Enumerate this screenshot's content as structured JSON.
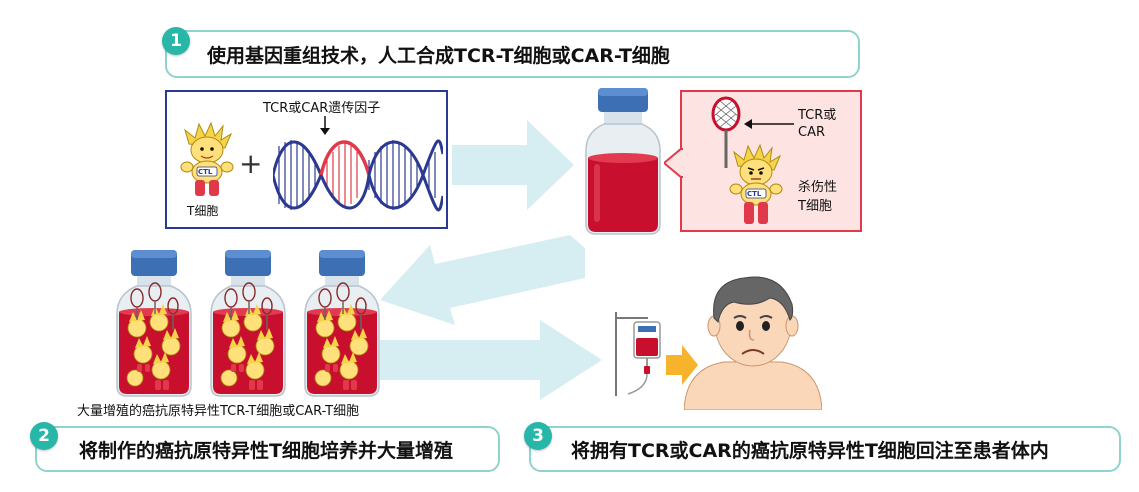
{
  "step1": {
    "number": "1",
    "text": "使用基因重组技术，人工合成TCR-T细胞或CAR-T细胞"
  },
  "step2": {
    "number": "2",
    "text": "将制作的癌抗原特异性T细胞培养并大量增殖"
  },
  "step3": {
    "number": "3",
    "text": "将拥有TCR或CAR的癌抗原特异性T细胞回注至患者体内"
  },
  "panel1": {
    "gene_label": "TCR或CAR遗传因子",
    "cell_label": "T细胞",
    "cell_badge": "CTL",
    "plus": "+"
  },
  "panel2": {
    "receptor_label": "TCR或\nCAR",
    "killer_label": "杀伤性\nT细胞",
    "cell_badge": "CTL"
  },
  "bottles_caption": "大量增殖的癌抗原特异性TCR-T细胞或CAR-T细胞",
  "colors": {
    "accent_teal": "#27b6a8",
    "box_border": "#8fd3cf",
    "panel_blue": "#2b3990",
    "panel_red": "#e03a4a",
    "arrow_light": "#d6eef1",
    "arrow_orange": "#f7b32b"
  }
}
